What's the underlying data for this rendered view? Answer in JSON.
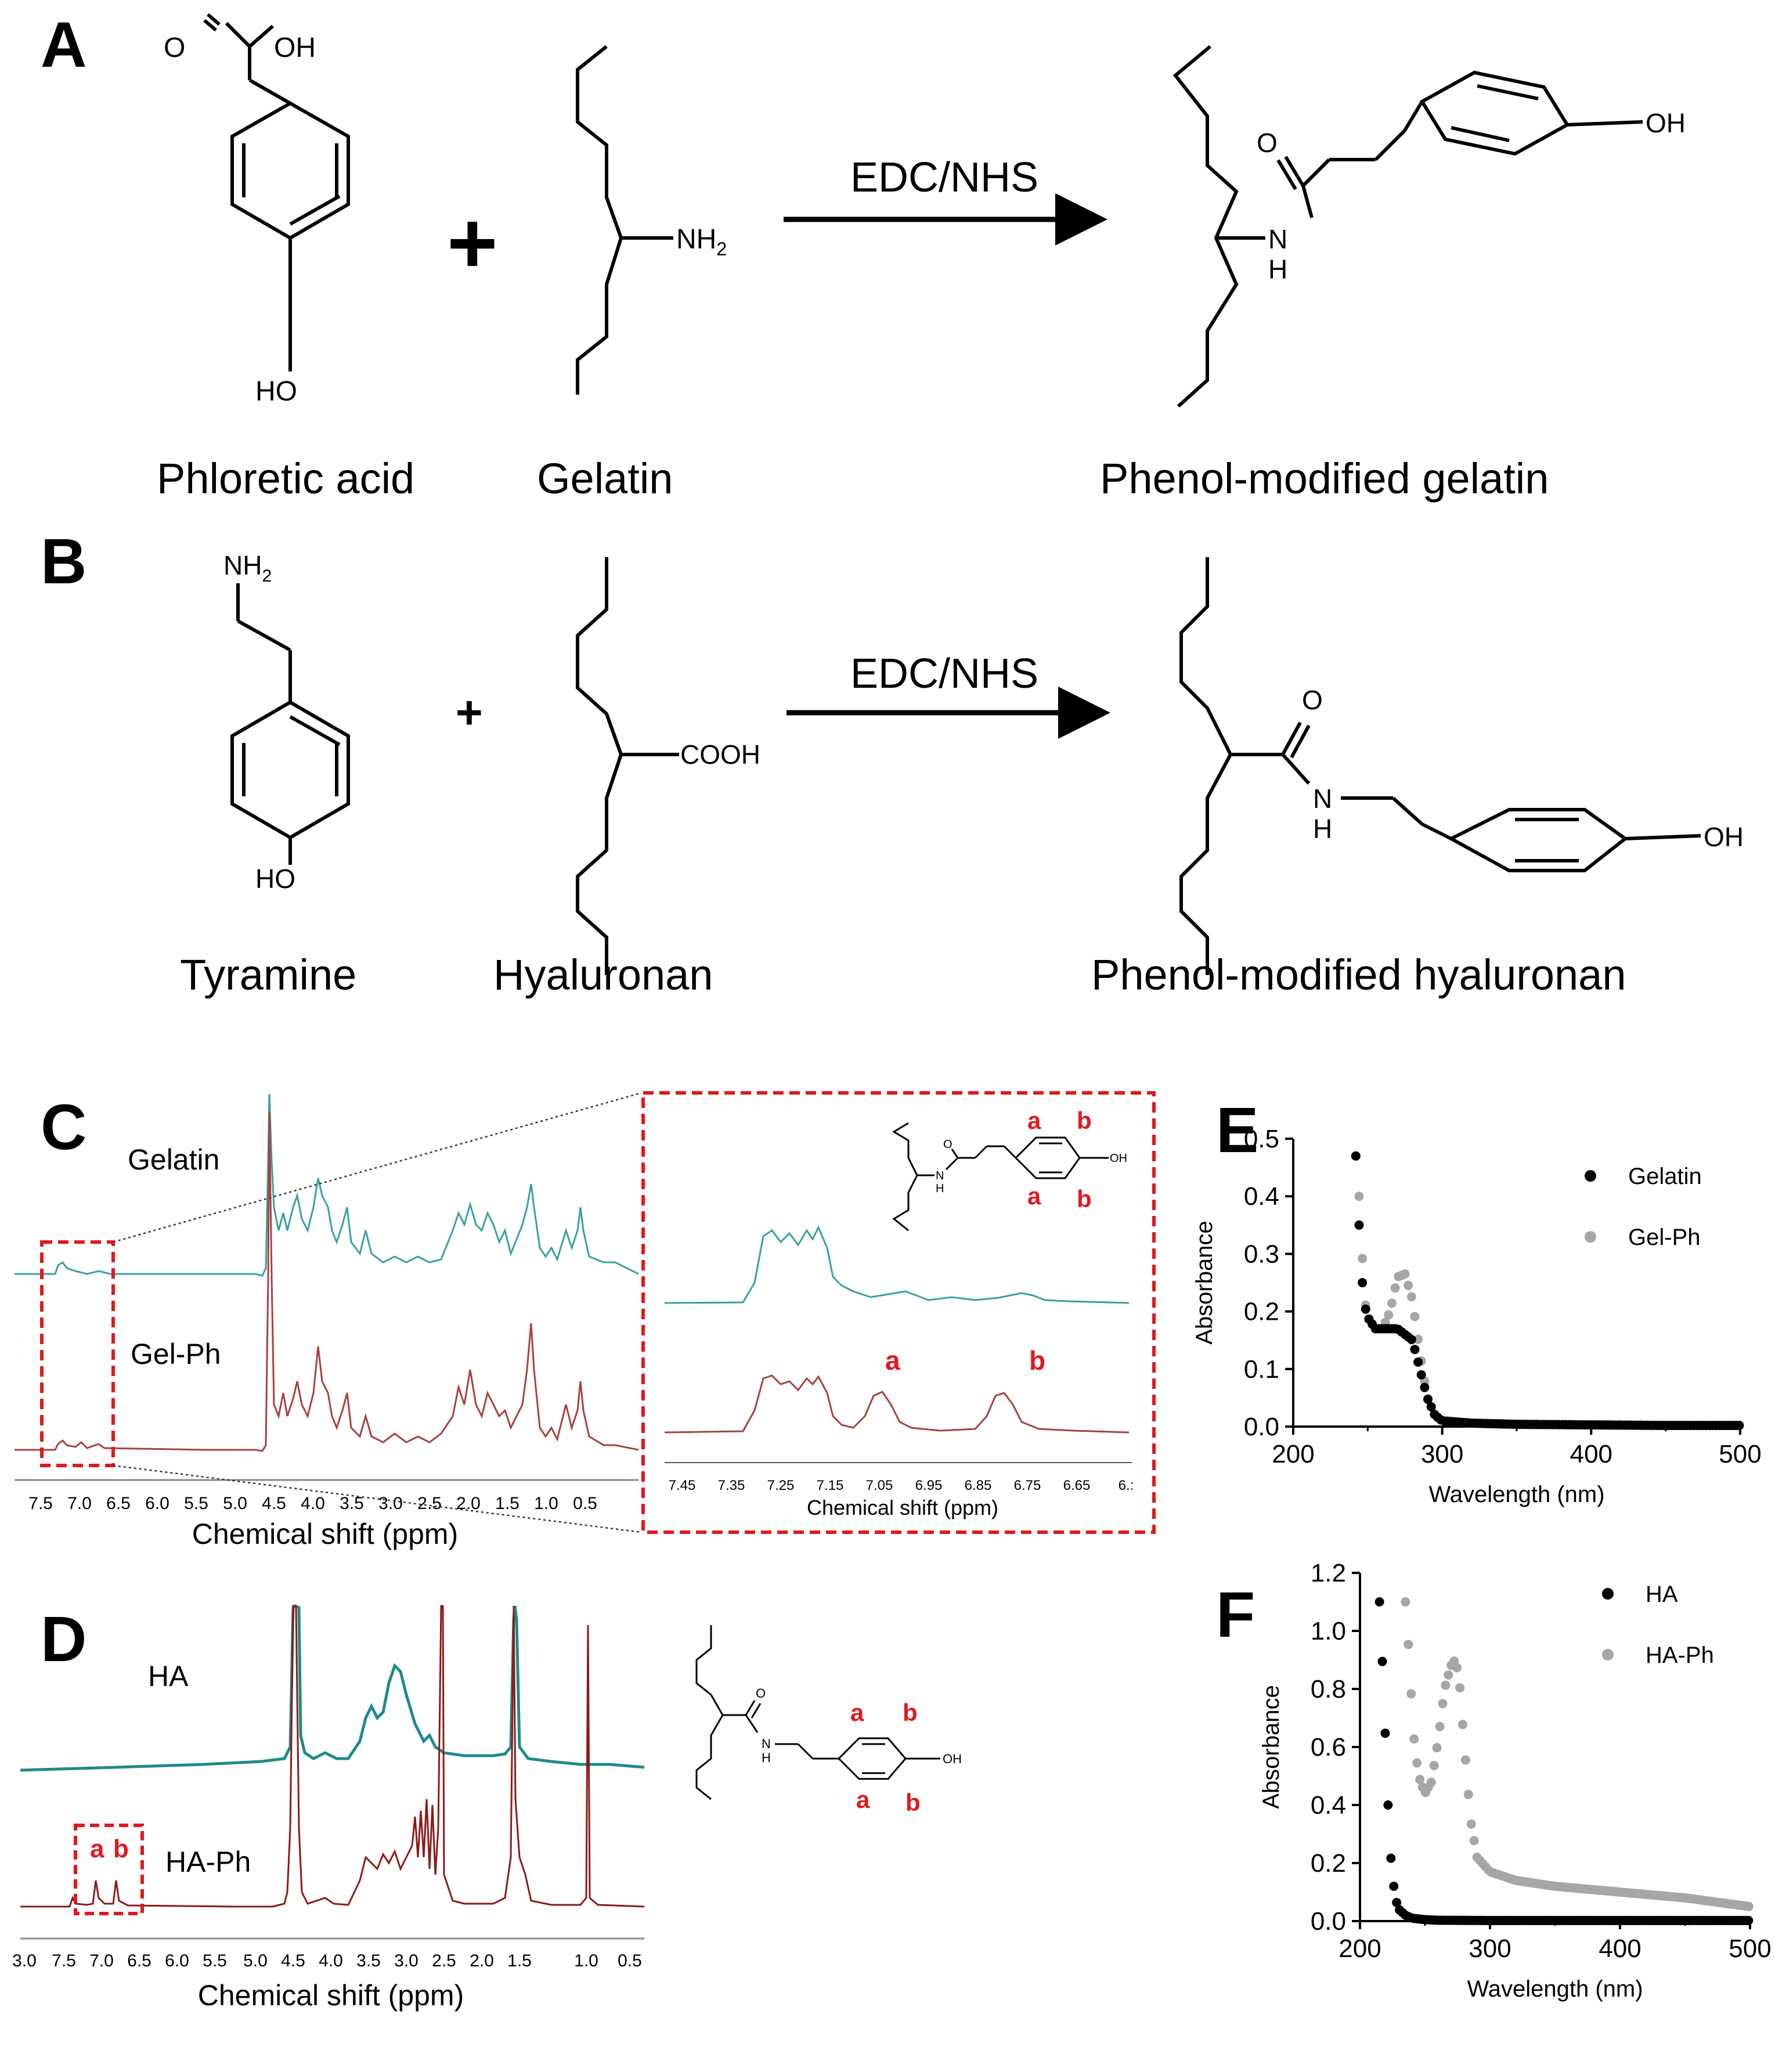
{
  "panels": {
    "A": "A",
    "B": "B",
    "C": "C",
    "D": "D",
    "E": "E",
    "F": "F"
  },
  "scheme_a": {
    "reagent_1": "Phloretic acid",
    "reagent_2": "Gelatin",
    "product": "Phenol-modified gelatin",
    "condition": "EDC/NHS",
    "plus": "+",
    "atoms": {
      "oh_acid": "OH",
      "o_acid": "O",
      "ho_ring": "HO",
      "nh2": "NH",
      "nh2_sub": "2",
      "oh_product": "OH",
      "o_amide": "O",
      "n_amide": "N",
      "h_amide": "H"
    }
  },
  "scheme_b": {
    "reagent_1": "Tyramine",
    "reagent_2": "Hyaluronan",
    "product": "Phenol-modified hyaluronan",
    "condition": "EDC/NHS",
    "plus": "+",
    "atoms": {
      "nh2": "NH",
      "nh2_sub": "2",
      "ho_ring": "HO",
      "cooh": "COOH",
      "o_amide": "O",
      "n_amide": "N",
      "h_amide": "H",
      "oh_product": "OH"
    }
  },
  "panel_c": {
    "trace_top": "Gelatin",
    "trace_bottom": "Gel-Ph",
    "xlabel": "Chemical shift (ppm)",
    "ticks": [
      "7.5",
      "7.0",
      "6.5",
      "6.0",
      "5.5",
      "5.0",
      "4.5",
      "4.0",
      "3.5",
      "3.0",
      "2.5",
      "2.0",
      "1.5",
      "1.0",
      "0.5"
    ],
    "colors": {
      "top": "#3aa0a0",
      "bottom": "#a84040",
      "highlight": "#e0191f"
    },
    "inset": {
      "xlabel": "Chemical shift (ppm)",
      "ticks": [
        "7.45",
        "7.35",
        "7.25",
        "7.15",
        "7.05",
        "6.95",
        "6.85",
        "6.75",
        "6.65",
        "6.:"
      ],
      "peak_a": "a",
      "peak_b": "b",
      "struct_labels": [
        "a",
        "b",
        "a",
        "b"
      ],
      "struct_atoms": {
        "o": "O",
        "n": "N",
        "h": "H",
        "oh": "OH"
      }
    }
  },
  "panel_d": {
    "trace_top": "HA",
    "trace_bottom": "HA-Ph",
    "xlabel": "Chemical shift (ppm)",
    "ticks": [
      "3.0",
      "7.5",
      "7.0",
      "6.5",
      "6.0",
      "5.5",
      "5.0",
      "4.5",
      "4.0",
      "3.5",
      "3.0",
      "2.5",
      "2.0",
      "1.5",
      "1.0",
      "0.5"
    ],
    "box_labels": [
      "a",
      "b"
    ],
    "struct_labels": [
      "a",
      "b",
      "a",
      "b"
    ],
    "struct_atoms": {
      "o": "O",
      "n": "N",
      "h": "H",
      "oh": "OH"
    },
    "colors": {
      "top": "#1f8a8a",
      "bottom": "#8b1a1a",
      "highlight": "#e0191f"
    }
  },
  "chart_data": [
    {
      "type": "scatter",
      "panel": "E",
      "xlabel": "Wavelength (nm)",
      "ylabel": "Absorbance",
      "xlim": [
        200,
        500
      ],
      "ylim": [
        0,
        0.5
      ],
      "xticks": [
        "200",
        "300",
        "400",
        "500"
      ],
      "yticks": [
        "0.0",
        "0.1",
        "0.2",
        "0.3",
        "0.4",
        "0.5"
      ],
      "legend_position": "top-right",
      "series": [
        {
          "name": "Gelatin",
          "color": "#000000",
          "x": [
            242,
            244,
            246,
            248,
            250,
            255,
            260,
            265,
            270,
            275,
            280,
            285,
            290,
            295,
            300,
            310,
            320,
            350,
            400,
            450,
            500
          ],
          "y": [
            0.47,
            0.36,
            0.26,
            0.21,
            0.19,
            0.17,
            0.17,
            0.17,
            0.17,
            0.16,
            0.15,
            0.1,
            0.05,
            0.02,
            0.01,
            0.008,
            0.006,
            0.004,
            0.003,
            0.002,
            0.002
          ]
        },
        {
          "name": "Gel-Ph",
          "color": "#a6a6a6",
          "x": [
            242,
            244,
            246,
            248,
            250,
            255,
            260,
            265,
            270,
            275,
            280,
            285,
            290,
            295,
            300,
            310,
            320,
            350,
            400,
            450,
            500
          ],
          "y": [
            0.47,
            0.41,
            0.31,
            0.22,
            0.19,
            0.17,
            0.17,
            0.2,
            0.26,
            0.265,
            0.22,
            0.13,
            0.05,
            0.02,
            0.01,
            0.008,
            0.006,
            0.004,
            0.003,
            0.002,
            0.002
          ]
        }
      ]
    },
    {
      "type": "scatter",
      "panel": "F",
      "xlabel": "Wavelength (nm)",
      "ylabel": "Absorbance",
      "xlim": [
        200,
        500
      ],
      "ylim": [
        0,
        1.2
      ],
      "xticks": [
        "200",
        "300",
        "400",
        "500"
      ],
      "yticks": [
        "0.0",
        "0.2",
        "0.4",
        "0.6",
        "0.8",
        "1.0",
        "1.2"
      ],
      "legend_position": "top-right",
      "series": [
        {
          "name": "HA",
          "color": "#000000",
          "x": [
            215,
            218,
            221,
            224,
            227,
            230,
            235,
            240,
            250,
            260,
            300,
            350,
            400,
            450,
            500
          ],
          "y": [
            1.1,
            0.82,
            0.45,
            0.2,
            0.08,
            0.04,
            0.02,
            0.01,
            0.005,
            0.003,
            0.002,
            0.002,
            0.002,
            0.002,
            0.002
          ]
        },
        {
          "name": "HA-Ph",
          "color": "#a6a6a6",
          "x": [
            235,
            238,
            241,
            245,
            250,
            255,
            260,
            265,
            270,
            273,
            276,
            280,
            285,
            290,
            300,
            320,
            350,
            400,
            450,
            500
          ],
          "y": [
            1.1,
            0.9,
            0.65,
            0.5,
            0.44,
            0.48,
            0.62,
            0.8,
            0.88,
            0.9,
            0.85,
            0.62,
            0.35,
            0.22,
            0.17,
            0.14,
            0.12,
            0.1,
            0.08,
            0.05
          ]
        }
      ]
    }
  ]
}
